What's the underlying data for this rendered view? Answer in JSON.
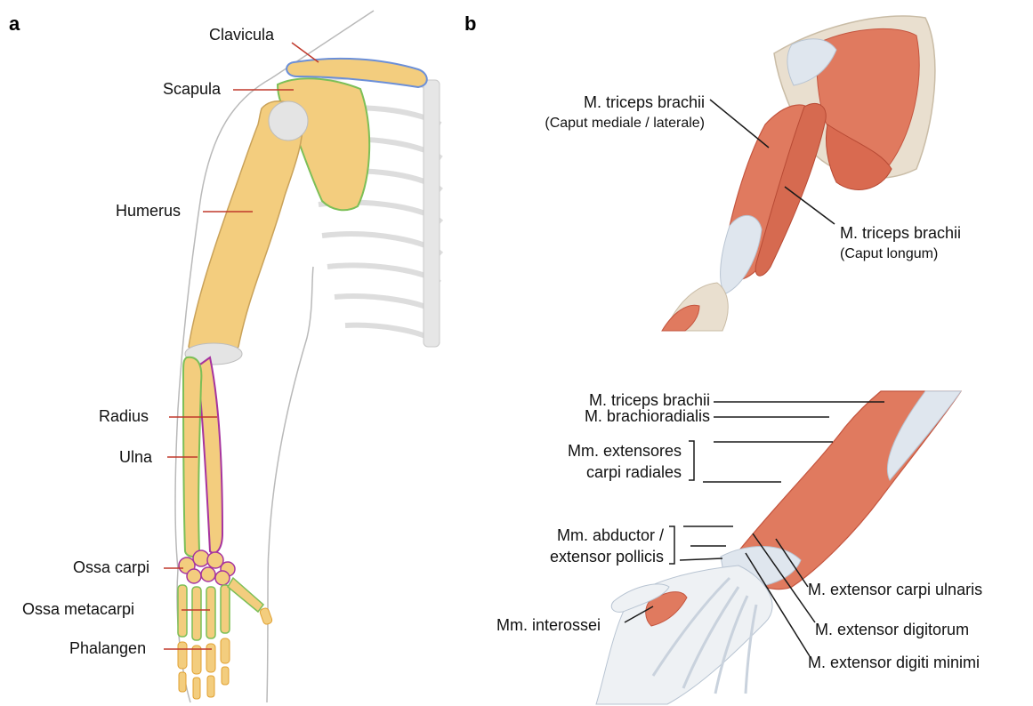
{
  "figure": {
    "panel_a": {
      "letter": "a",
      "labels": {
        "clavicula": "Clavicula",
        "scapula": "Scapula",
        "humerus": "Humerus",
        "radius": "Radius",
        "ulna": "Ulna",
        "ossa_carpi": "Ossa carpi",
        "ossa_metacarpi": "Ossa metacarpi",
        "phalangen": "Phalangen"
      }
    },
    "panel_b": {
      "letter": "b",
      "upper_arm": {
        "triceps_medial_line1": "M. triceps brachii",
        "triceps_medial_line2": "(Caput mediale / laterale)",
        "triceps_long_line1": "M. triceps brachii",
        "triceps_long_line2": "(Caput longum)"
      },
      "forearm": {
        "triceps": "M. triceps brachii",
        "brachioradialis": "M. brachioradialis",
        "ext_carpi_rad_line1": "Mm. extensores",
        "ext_carpi_rad_line2": "carpi radiales",
        "abductor_line1": "Mm. abductor /",
        "abductor_line2": "extensor pollicis",
        "interossei": "Mm. interossei",
        "ext_carpi_ulnaris": "M. extensor carpi ulnaris",
        "ext_digitorum": "M. extensor digitorum",
        "ext_digiti_minimi": "M. extensor digiti minimi"
      }
    },
    "colors": {
      "bone": "#f3cd7e",
      "bone_outline": "#c9a25a",
      "cartilage": "#e4e4e4",
      "muscle": "#e07a5f",
      "muscle_dark": "#c4553f",
      "tendon": "#dfe6ee",
      "leader_line": "#c0392b",
      "body_outline": "#b9b9b9"
    }
  }
}
